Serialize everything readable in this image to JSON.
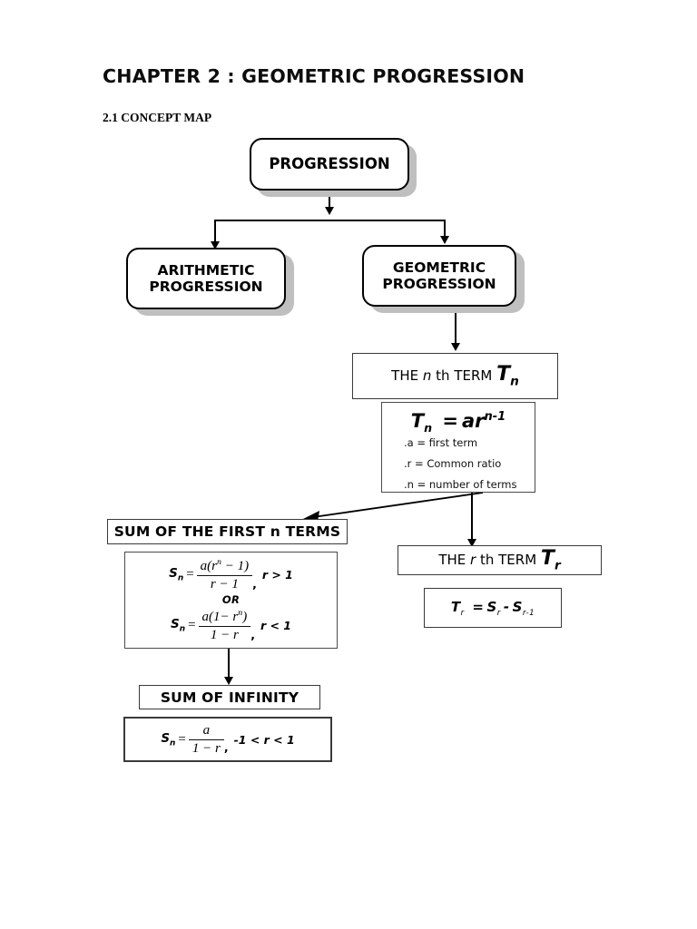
{
  "document": {
    "title": "CHAPTER 2 :  GEOMETRIC PROGRESSION",
    "section_label": "2.1 CONCEPT MAP"
  },
  "colors": {
    "ink": "#000000",
    "box_border": "#000000",
    "shadow": "#bfbfbf",
    "page_background": "#ffffff"
  },
  "concept_map": {
    "root": {
      "label": "PROGRESSION"
    },
    "branches": [
      {
        "label_line1": "ARITHMETIC",
        "label_line2": "PROGRESSION"
      },
      {
        "label_line1": "GEOMETRIC",
        "label_line2": "PROGRESSION"
      }
    ],
    "nth_term": {
      "header_prefix": "THE",
      "header_var": "n",
      "header_mid": "th TERM",
      "header_symbol": "T",
      "header_symbol_sub": "n",
      "formula": {
        "lhs": "T",
        "lhs_sub": "n",
        "eq": "=",
        "rhs_base": "ar",
        "rhs_exp": "n-1"
      },
      "definitions": [
        ".a = first term",
        ".r = Common ratio",
        ".n = number of terms"
      ]
    },
    "rth_term": {
      "header_prefix": "THE",
      "header_var": "r",
      "header_mid": "th TERM",
      "header_symbol": "T",
      "header_symbol_sub": "r",
      "formula": {
        "lhs": "T",
        "lhs_sub": "r",
        "eq": "=",
        "term1": "S",
        "term1_sub": "r",
        "minus": "-",
        "term2": "S",
        "term2_sub": "r-1"
      }
    },
    "sum_first_n": {
      "header": "SUM OF THE FIRST n TERMS",
      "or_label": "OR",
      "formula_1": {
        "lhs": "S",
        "lhs_sub": "n",
        "eq": "=",
        "numerator": "a(r",
        "numerator_exp": "n",
        "numerator_tail": " − 1)",
        "denominator": "r − 1",
        "comma": ",",
        "condition": "r > 1"
      },
      "formula_2": {
        "lhs": "S",
        "lhs_sub": "n",
        "eq": "=",
        "numerator": "a(1− r",
        "numerator_exp": "n",
        "numerator_tail": ")",
        "denominator": "1 − r",
        "comma": ",",
        "condition": "r < 1"
      }
    },
    "sum_infinity": {
      "header": "SUM OF INFINITY",
      "formula": {
        "lhs": "S",
        "lhs_sub": "n",
        "eq": "=",
        "numerator": "a",
        "denominator": "1 − r",
        "comma": ",",
        "condition": "-1 < r < 1"
      }
    }
  }
}
